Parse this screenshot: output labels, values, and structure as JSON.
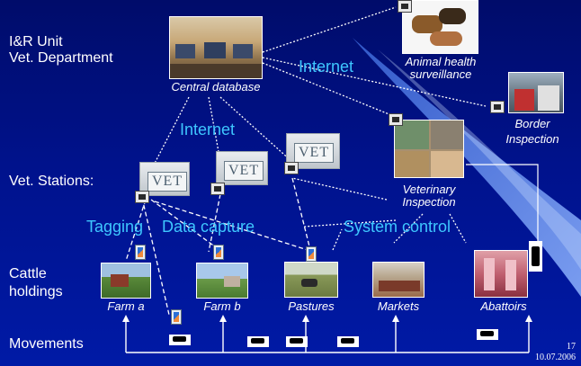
{
  "labels": {
    "ir_unit": "I&R Unit",
    "vet_department": "Vet. Department",
    "vet_stations": "Vet. Stations:",
    "cattle": "Cattle",
    "holdings": "holdings",
    "movements": "Movements"
  },
  "captions": {
    "central_database": "Central database",
    "animal_health_1": "Animal health",
    "animal_health_2": "surveillance",
    "border_1": "Border",
    "border_2": "Inspection",
    "veterinary_1": "Veterinary",
    "veterinary_2": "Inspection",
    "farm_a": "Farm a",
    "farm_b": "Farm b",
    "pastures": "Pastures",
    "markets": "Markets",
    "abattoirs": "Abattoirs"
  },
  "annotations": {
    "internet_top": "Internet",
    "internet_mid": "Internet",
    "tagging": "Tagging",
    "data_capture": "Data capture",
    "system_control": "System control"
  },
  "station_sign": "VET",
  "footer": {
    "page_number": "17",
    "date": "10.07.2006"
  },
  "colors": {
    "background": "#00128c",
    "text": "#ffffff",
    "accent_cyan": "#3ec7ff",
    "connector": "#ffffff"
  }
}
